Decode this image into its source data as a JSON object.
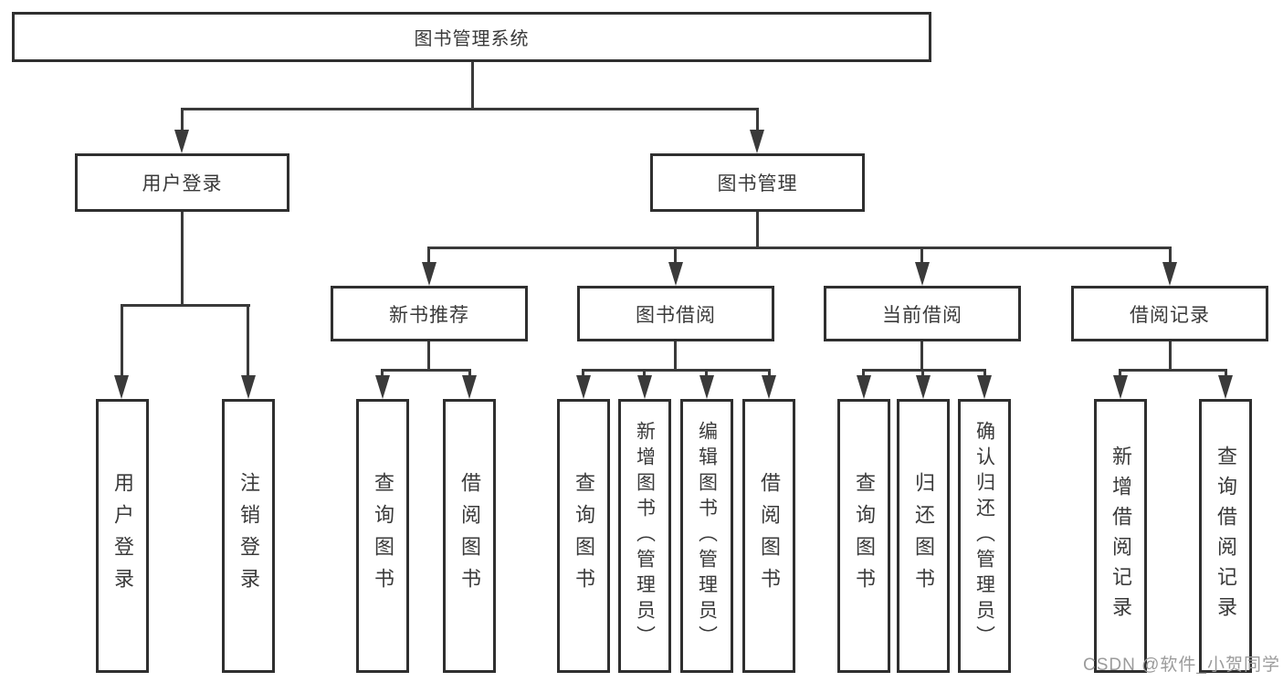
{
  "tree": {
    "root": {
      "label": "图书管理系统"
    },
    "branches": [
      {
        "label": "用户登录",
        "children": [
          {
            "label": "用户登录"
          },
          {
            "label": "注销登录"
          }
        ]
      },
      {
        "label": "图书管理",
        "children": [
          {
            "label": "新书推荐",
            "children": [
              {
                "label": "查询图书"
              },
              {
                "label": "借阅图书"
              }
            ]
          },
          {
            "label": "图书借阅",
            "children": [
              {
                "label": "查询图书"
              },
              {
                "label": "新增图书（管理员）"
              },
              {
                "label": "编辑图书（管理员）"
              },
              {
                "label": "借阅图书"
              }
            ]
          },
          {
            "label": "当前借阅",
            "children": [
              {
                "label": "查询图书"
              },
              {
                "label": "归还图书"
              },
              {
                "label": "确认归还（管理员）"
              }
            ]
          },
          {
            "label": "借阅记录",
            "children": [
              {
                "label": "新增借阅记录"
              },
              {
                "label": "查询借阅记录"
              }
            ]
          }
        ]
      }
    ]
  },
  "watermark": {
    "text": "CSDN @软件_小贺同学"
  },
  "colors": {
    "line": "#3a3a3a",
    "border": "#2f2f2f",
    "text": "#3a3a3a",
    "watermark": "#9b9b9b",
    "background": "#ffffff"
  }
}
